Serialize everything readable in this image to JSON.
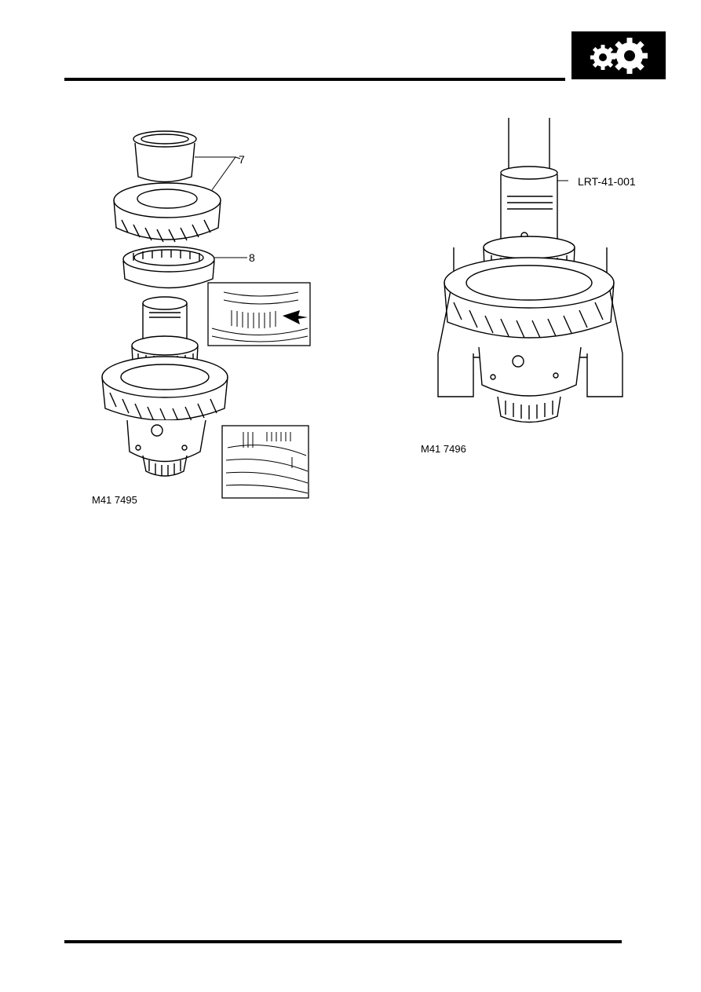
{
  "header": {
    "section_icon": "gears-icon",
    "badge_color": "#000000"
  },
  "figure_left": {
    "caption": "M41 7495",
    "callouts": [
      {
        "text": "7"
      },
      {
        "text": "8"
      }
    ]
  },
  "figure_right": {
    "caption": "M41 7496",
    "callouts": [
      {
        "text": "LRT-41-001"
      }
    ]
  }
}
